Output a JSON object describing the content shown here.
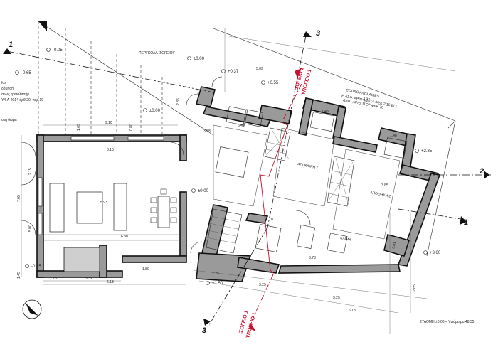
{
  "plan": {
    "pergola_label": "ΠΕΡΓΚΟΛΑ ΙΣΟΓΕΙΟΥ",
    "upper_label": "COURS ANGLAISES",
    "upper_sub": "Ε.ΑΣΦ. ΑΡΙΘ 4/2014 ΦΕΚ 2/15 Β/'1",
    "upper_sub2": "ΔΙΑΣ. ΑΡΙΘ 11Ό7 ΦΕΚ 76",
    "room1": "ΑΠΟΘΗΚΗ 1",
    "room2": "ΑΠΟΘΗΚΗ 2",
    "room3": "ΚΛΙΜΑ",
    "floor_red_top_1": "ΙΣΟΓΕΙΟ 1",
    "floor_red_top_2": "ΥΠΟΓΕΙΟ 1",
    "floor_red_bot_1": "ΙΣΟΓΕΙΟ 1",
    "floor_red_bot_2": "ΥΠΟΓΕΙΟ 1",
    "bottom_note": "ΣΤΑΘΜΗ ±0.00 = Υψόμετρο 48.35",
    "left_notes": [
      "fos",
      "δόμησή",
      "σεως τριπολιτσήμ",
      "Υ4-Α-2014 άρθ.20, περ.19",
      "στη δώμα"
    ],
    "levels": {
      "l1": "-0.05",
      "l2": "-0.65",
      "l3": "±0.00",
      "l4": "+0.37",
      "l5": "+0.55",
      "l6": "±0.00",
      "l7": "±0.00",
      "l8": "+2.35",
      "l9": "-0.65",
      "l10": "+1.50",
      "l11": "+3.60"
    },
    "sections": {
      "s1a": "1",
      "s1b": "1",
      "s2": "2",
      "s3a": "3",
      "s3b": "3"
    },
    "dims": {
      "d1": "5.09",
      "d2": "9.10",
      "d3": "6.41",
      "d4": "3.58",
      "d5": "8.15",
      "d6": "5.93",
      "d7": "6.30",
      "d8": "3.32",
      "d9": "6.13",
      "d10": "1.16",
      "d11": "2.25",
      "d12": "3.25",
      "d13": "3.85",
      "d14": "1.48",
      "d15": "1.48",
      "d16": "2.85",
      "d17": "3.25",
      "d18": "6.18",
      "d19": "3.01",
      "d20": "2.65",
      "d21": "7.05",
      "d22": "1.45",
      "d23": "3.73",
      "d24": "1.70",
      "d25": "2.37",
      "d26": "1.65",
      "d27": "0.80",
      "d28": "2.15",
      "d29": "5.00",
      "d30": "1.80"
    }
  }
}
